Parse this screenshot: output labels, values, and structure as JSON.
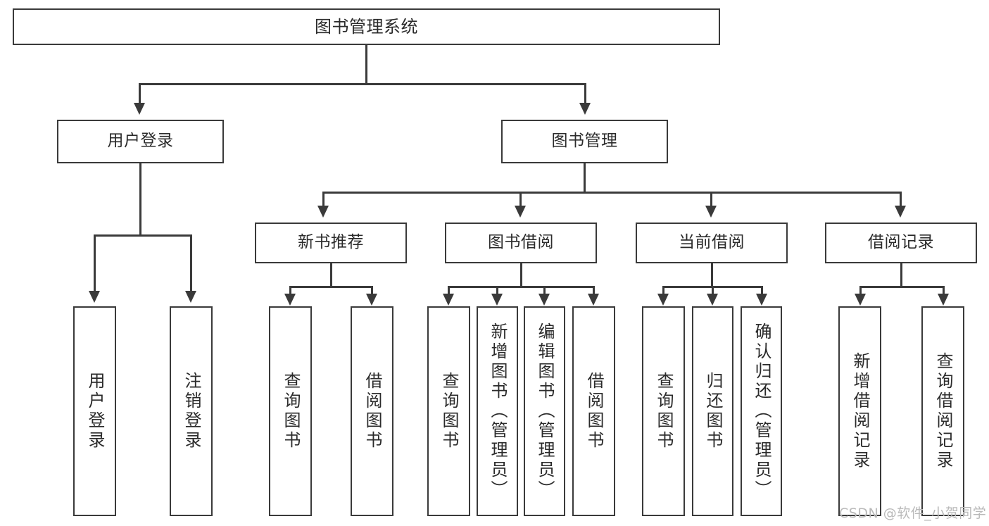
{
  "diagram": {
    "title": "图书管理系统",
    "type": "hierarchy-tree",
    "watermark": "CSDN @软件_小贺同学",
    "colors": {
      "border": "#3a3a3a",
      "background": "#ffffff",
      "text": "#2b2b2b",
      "watermark": "#b9b9b9"
    },
    "levels": {
      "root": {
        "label": "图书管理系统"
      },
      "level2": [
        {
          "label": "用户登录"
        },
        {
          "label": "图书管理"
        }
      ],
      "level3": [
        {
          "label": "新书推荐"
        },
        {
          "label": "图书借阅"
        },
        {
          "label": "当前借阅"
        },
        {
          "label": "借阅记录"
        }
      ],
      "leaves": {
        "user_login": [
          {
            "label": "用户登录"
          },
          {
            "label": "注销登录"
          }
        ],
        "new_book_recommend": [
          {
            "label": "查询图书"
          },
          {
            "label": "借阅图书"
          }
        ],
        "book_borrow": [
          {
            "label": "查询图书"
          },
          {
            "label": "新增图书（管理员）"
          },
          {
            "label": "编辑图书（管理员）"
          },
          {
            "label": "借阅图书"
          }
        ],
        "current_borrow": [
          {
            "label": "查询图书"
          },
          {
            "label": "归还图书"
          },
          {
            "label": "确认归还（管理员）"
          }
        ],
        "borrow_record": [
          {
            "label": "新增借阅记录"
          },
          {
            "label": "查询借阅记录"
          }
        ]
      }
    }
  }
}
